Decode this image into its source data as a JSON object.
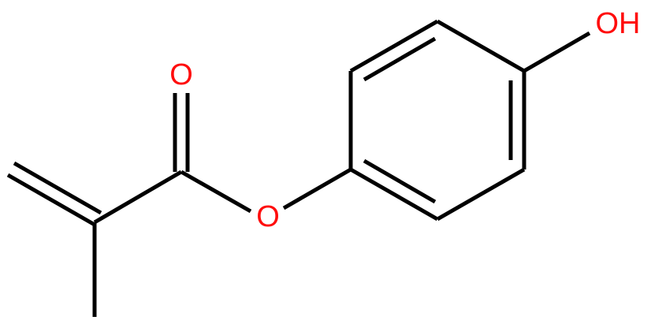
{
  "molecule": {
    "atoms": {
      "carbonyl_oxygen": "O",
      "ester_oxygen": "O",
      "hydroxyl": "OH"
    },
    "colors": {
      "bond": "#000000",
      "oxygen": "#ff0d0d"
    }
  }
}
